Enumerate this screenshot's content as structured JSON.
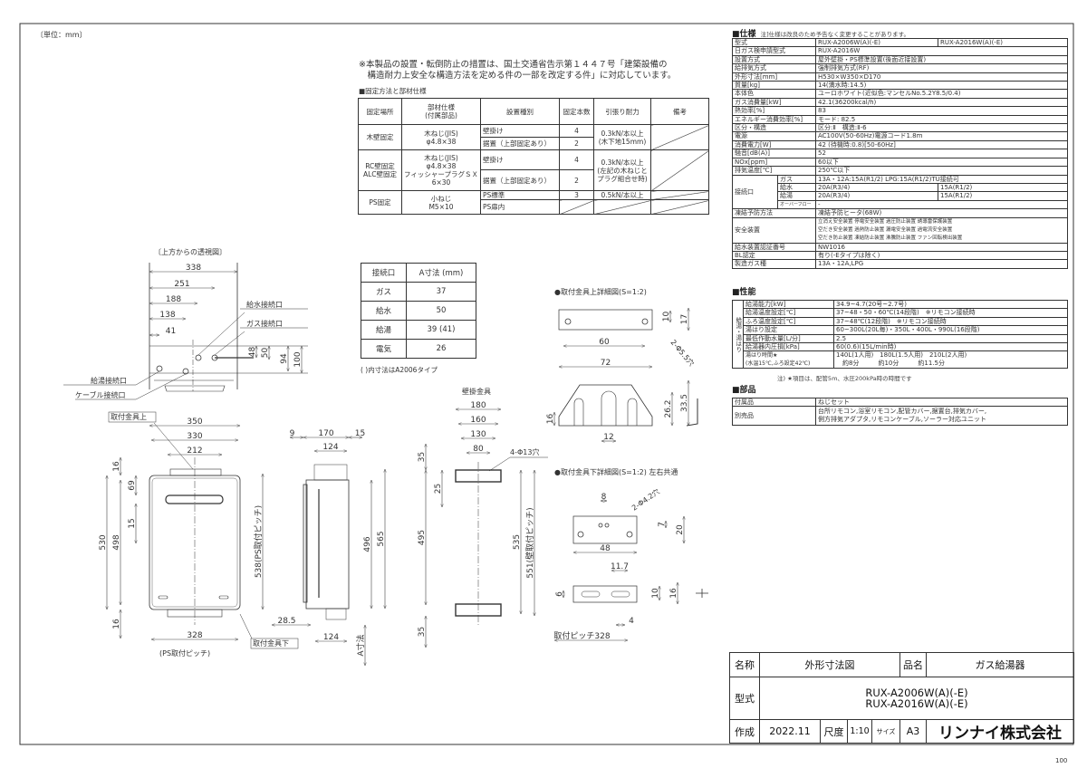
{
  "unit_label": "〔単位：mm〕",
  "notice": "※本製品の設置・転倒防止の措置は、国土交通省告示第１４４７号「建築設備の\n　構造耐力上安全な構造方法を定める件の一部を改定する件」に対応しています。",
  "fixing": {
    "title": "■固定方法と部材仕様",
    "headers": [
      "固定場所",
      "部材仕様\n(付属部品)",
      "設置種別",
      "固定本数",
      "引張り耐力",
      "備考"
    ],
    "wood": {
      "place": "木壁固定",
      "material": "木ねじ(JIS)\nφ4.8×38",
      "type1": "壁掛け",
      "count1": "4",
      "type2": "据置（上部固定あり）",
      "count2": "2",
      "strength": "0.3kN/本以上\n(木下地15mm)"
    },
    "rc": {
      "place": "RC壁固定\nALC壁固定",
      "material": "木ねじ(JIS)\nφ4.8×38\nフィッシャープラグＳＸ\n6×30",
      "type1": "壁掛け",
      "count1": "4",
      "type2": "据置（上部固定あり）",
      "count2": "2",
      "strength": "0.3kN/本以上\n(左記の木ねじと\nプラグ組合せ時)"
    },
    "ps": {
      "place": "PS固定",
      "material": "小ねじ\nM5×10",
      "type1": "PS標準",
      "count1": "3",
      "strength1": "0.5kN/本以上",
      "type2": "PS扉内"
    }
  },
  "connection_table": {
    "headers": [
      "接続口",
      "A寸法 (mm)"
    ],
    "rows": [
      [
        "ガス",
        "37"
      ],
      [
        "給水",
        "50"
      ],
      [
        "給湯",
        "39 (41)"
      ],
      [
        "電気",
        "26"
      ]
    ],
    "note": "( )内寸法はA2006タイプ"
  },
  "top_view": {
    "title": "〔上方からの透視図〕",
    "dims": [
      "338",
      "251",
      "188",
      "138",
      "41",
      "48",
      "50",
      "94",
      "100"
    ],
    "labels": {
      "water_in": "給水接続口",
      "gas": "ガス接続口",
      "hot_water": "給湯接続口",
      "cable": "ケーブル接続口"
    }
  },
  "front_view": {
    "dims": [
      "350",
      "330",
      "212",
      "530",
      "498",
      "16",
      "69",
      "15",
      "16",
      "538(PS取付ピッチ)",
      "328"
    ],
    "labels": {
      "bracket_top": "取付金具上",
      "bracket_bottom": "取付金具下",
      "ps_pitch": "(PS取付ピッチ)"
    }
  },
  "side_view": {
    "dims": [
      "9",
      "170",
      "15",
      "124",
      "496",
      "565",
      "28.5",
      "124",
      "A寸法"
    ]
  },
  "wall_bracket": {
    "title": "壁掛金具",
    "dims": [
      "180",
      "160",
      "130",
      "80",
      "35",
      "25",
      "495",
      "35",
      "535",
      "551(壁取付ピッチ)"
    ],
    "hole_label": "4-Φ13穴"
  },
  "upper_detail": {
    "title": "●取付金具上詳細図(S=1:2)",
    "dims": [
      "60",
      "10",
      "17",
      "72",
      "16",
      "26.2",
      "33.5",
      "12"
    ],
    "hole_label": "2-Φ5.5穴"
  },
  "lower_detail": {
    "title": "●取付金具下詳細図(S=1:2) 左右共通",
    "dims": [
      "8",
      "7",
      "20",
      "48",
      "11.7",
      "6",
      "10",
      "16",
      "4",
      "取付ピッチ328"
    ],
    "hole_label": "2-Φ4.2穴"
  },
  "specs": {
    "title": "■仕様",
    "note": "注]仕様は改良のため予告なく変更することがあります。",
    "rows": [
      {
        "label": "型式",
        "cells": [
          "RUX-A2006W(A)(-E)",
          "RUX-A2016W(A)(-E)"
        ]
      },
      {
        "label": "日ガス検申請型式",
        "cells": [
          "RUX-A2016W"
        ]
      },
      {
        "label": "設置方式",
        "cells": [
          "屋外壁掛・PS標準設置(後面近接設置)"
        ]
      },
      {
        "label": "給排気方式",
        "cells": [
          "強制排気方式(RF)"
        ]
      },
      {
        "label": "外形寸法[mm]",
        "cells": [
          "H530×W350×D170"
        ]
      },
      {
        "label": "質量[kg]",
        "cells": [
          "14(満水時:14.5)"
        ]
      },
      {
        "label": "本体色",
        "cells": [
          "ユーロホワイト(近似色:マンセルNo.5.2Y8.5/0.4)"
        ]
      },
      {
        "label": "ガス消費量[kW]",
        "cells": [
          "42.1(36200kcal/h)"
        ]
      },
      {
        "label": "熱効率[%]",
        "cells": [
          "83"
        ]
      },
      {
        "label": "エネルギー消費効率[%]",
        "cells": [
          "モード: 82.5"
        ]
      },
      {
        "label": "区分・構造",
        "cells": [
          "区分:Ⅱ　構造:Ⅱ-6"
        ]
      },
      {
        "label": "電源",
        "cells": [
          "AC100V(50-60Hz)電源コード1.8m"
        ]
      },
      {
        "label": "消費電力[W]",
        "cells": [
          "42 (待機時:0.8)[50-60Hz]"
        ]
      },
      {
        "label": "騒音[dB(A)]",
        "cells": [
          "52"
        ]
      },
      {
        "label": "NOx[ppm]",
        "cells": [
          "60以下"
        ]
      },
      {
        "label": "排気温度[℃]",
        "cells": [
          "250℃以下"
        ]
      },
      {
        "label": "接続口",
        "subrows": [
          {
            "sub": "ガス",
            "cells": [
              "13A・12A:15A(R1/2) LPG:15A(R1/2)TU接続可"
            ]
          },
          {
            "sub": "給水",
            "cells": [
              "20A(R3/4)",
              "15A(R1/2)"
            ]
          },
          {
            "sub": "給湯",
            "cells": [
              "20A(R3/4)",
              "15A(R1/2)"
            ]
          },
          {
            "sub": "オーバーフロー",
            "cells": [
              "-"
            ]
          }
        ]
      },
      {
        "label": "凍結予防方法",
        "cells": [
          "凍結予防ヒータ(68W)"
        ]
      },
      {
        "label": "安全装置",
        "cells": [
          "立消え安全装置 停電安全装置 過圧防止装置 誘導雷保護装置\n空だき安全装置 過熱防止装置 漏電安全装置 過電流安全装置\n空だき防止装置 凍結防止装置 沸騰防止装置 ファン回転検出装置"
        ]
      },
      {
        "label": "給水装置認証番号",
        "cells": [
          "NW1016"
        ]
      },
      {
        "label": "BL認定",
        "cells": [
          "有り(-Eタイプは除く)"
        ]
      },
      {
        "label": "製造ガス種",
        "cells": [
          "13A・12A,LPG"
        ]
      }
    ]
  },
  "performance": {
    "title": "■性能",
    "group_label": "給湯・湯はり",
    "rows": [
      {
        "label": "給湯能力[kW]",
        "value": "34.9~4.7(20号~2.7号)"
      },
      {
        "label": "給湯温度設定[℃]",
        "value": "37~48・50・60℃(14段階)　※リモコン接続時"
      },
      {
        "label": "ふろ温度設定[℃]",
        "value": "37~48℃(12段階)　※リモコン接続時"
      },
      {
        "label": "湯はり設定",
        "value": "60~300L(20L毎)・350L・400L・990L(16段階)"
      },
      {
        "label": "最低作動水量[L/分]",
        "value": "2.5"
      },
      {
        "label": "給湯器内圧損[kPa]",
        "value": "60(0.6)(15L/min時)"
      },
      {
        "label": "湯はり時間★\n(水温15℃,ふろ設定42℃)",
        "value": "140L(1人用)　180L(1.5人用)　210L(2人用)\n　約8分　　　約10分　　　約11.5分"
      }
    ],
    "note": "注) ★項目は、配管5m、水圧200kPa時の時間です"
  },
  "parts": {
    "title": "■部品",
    "rows": [
      {
        "label": "付属品",
        "value": "ねじセット"
      },
      {
        "label": "別売品",
        "value": "台所リモコン,浴室リモコン,配管カバー,据置台,排気カバー,\n側方排気アダプタ,リモコンケーブル,ソーラー対応ユニット"
      }
    ]
  },
  "title_block": {
    "name_label": "名称",
    "name": "外形寸法図",
    "product_label": "品名",
    "product": "ガス給湯器",
    "model_label": "型式",
    "model": "RUX-A2006W(A)(-E)\nRUX-A2016W(A)(-E)",
    "created_label": "作成",
    "created": "2022.11",
    "scale_label": "尺度",
    "scale": "1:10",
    "size_label": "サイズ",
    "size": "A3",
    "company": "リンナイ株式会社"
  },
  "sheet_number": "100"
}
